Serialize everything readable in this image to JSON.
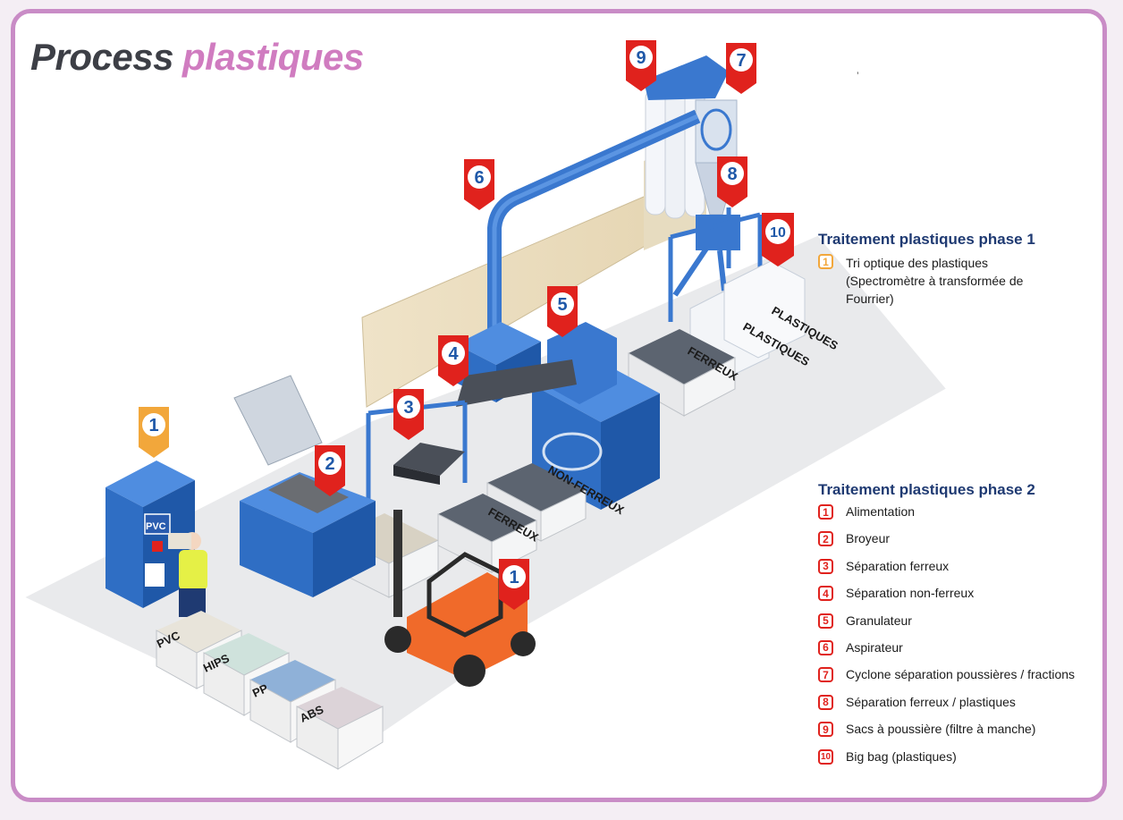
{
  "title": {
    "word1": "Process",
    "word2": "plastiques"
  },
  "mark": "’",
  "badges": [
    "1",
    "2",
    "3",
    "4",
    "5",
    "6",
    "7",
    "8",
    "9",
    "10",
    "1"
  ],
  "machine_label": "PVC",
  "container_labels": {
    "ferreux_right": "FERREUX",
    "plastiques_1": "PLASTIQUES",
    "plastiques_2": "PLASTIQUES",
    "non_ferreux": "NON-FERREUX",
    "ferreux_mid": "FERREUX",
    "pvc": "PVC",
    "hips": "HIPS",
    "pp": "PP",
    "abs": "ABS"
  },
  "phase1": {
    "title": "Traitement plastiques phase 1",
    "items": [
      {
        "num": "1",
        "color": "#f2a73b",
        "text": "Tri optique des plastiques (Spectromètre à transformée de Fourrier)"
      }
    ]
  },
  "phase2": {
    "title": "Traitement plastiques phase 2",
    "items": [
      {
        "num": "1",
        "color": "#e0221d",
        "text": "Alimentation"
      },
      {
        "num": "2",
        "color": "#e0221d",
        "text": "Broyeur"
      },
      {
        "num": "3",
        "color": "#e0221d",
        "text": "Séparation ferreux"
      },
      {
        "num": "4",
        "color": "#e0221d",
        "text": "Séparation non-ferreux"
      },
      {
        "num": "5",
        "color": "#e0221d",
        "text": "Granulateur"
      },
      {
        "num": "6",
        "color": "#e0221d",
        "text": "Aspirateur"
      },
      {
        "num": "7",
        "color": "#e0221d",
        "text": "Cyclone séparation poussières / fractions"
      },
      {
        "num": "8",
        "color": "#e0221d",
        "text": "Séparation ferreux / plastiques"
      },
      {
        "num": "9",
        "color": "#e0221d",
        "text": "Sacs à poussière (filtre à manche)"
      },
      {
        "num": "10",
        "color": "#e0221d",
        "text": "Big bag (plastiques)"
      }
    ]
  },
  "colors": {
    "frame": "#c98cc6",
    "machine_blue": "#2f6ec4",
    "badge_red": "#e0221d",
    "badge_orange": "#f2a73b",
    "legend_title": "#1f3a72",
    "title_pink": "#d07cc0"
  }
}
